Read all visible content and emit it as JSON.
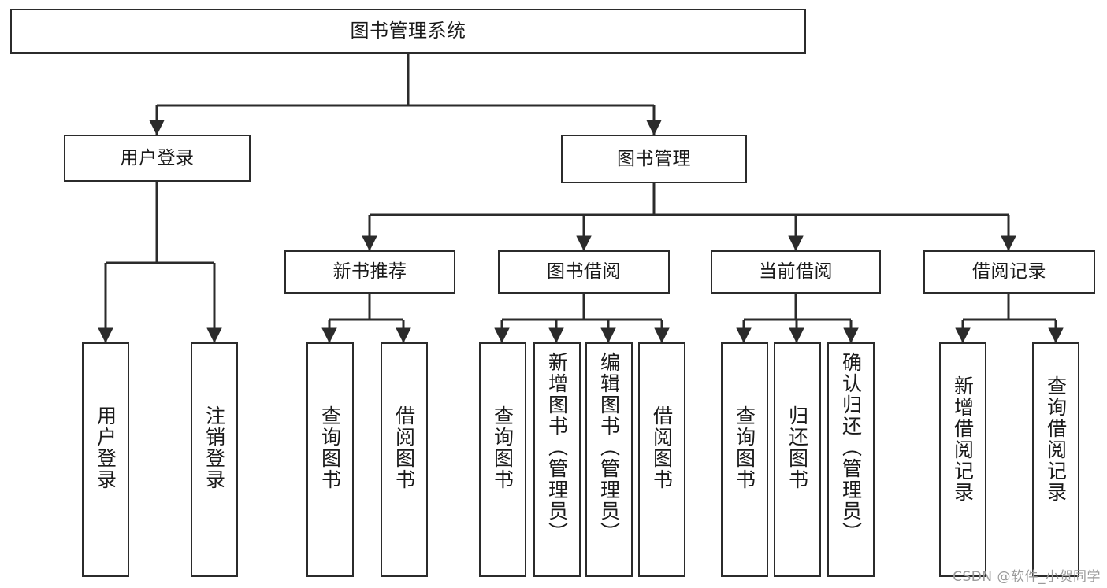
{
  "diagram": {
    "type": "tree-hierarchy",
    "title": "图书管理系统",
    "watermark": "CSDN @软件_小贺同学",
    "colors": {
      "background": "#ffffff",
      "stroke": "#2b2b2b",
      "text": "#1a1a1a",
      "watermark": "#9a9a9a"
    },
    "levels": 4
  },
  "nodes": {
    "root": {
      "label": "图书管理系统",
      "level": 1
    },
    "level2": [
      {
        "id": "user-login",
        "label": "用户登录",
        "level": 2
      },
      {
        "id": "book-management",
        "label": "图书管理",
        "level": 2
      }
    ],
    "level3": [
      {
        "id": "new-book-recommend",
        "label": "新书推荐",
        "level": 3,
        "parent": "book-management"
      },
      {
        "id": "book-borrow",
        "label": "图书借阅",
        "level": 3,
        "parent": "book-management"
      },
      {
        "id": "current-borrow",
        "label": "当前借阅",
        "level": 3,
        "parent": "book-management"
      },
      {
        "id": "borrow-record",
        "label": "借阅记录",
        "level": 3,
        "parent": "book-management"
      }
    ],
    "level4": [
      {
        "id": "leaf-user-login",
        "label": "用户登录",
        "level": 4,
        "parent": "user-login"
      },
      {
        "id": "leaf-user-logout",
        "label": "注销登录",
        "level": 4,
        "parent": "user-login"
      },
      {
        "id": "leaf-query-book-recommend",
        "label": "查询图书",
        "level": 4,
        "parent": "new-book-recommend"
      },
      {
        "id": "leaf-borrow-book-recommend",
        "label": "借阅图书",
        "level": 4,
        "parent": "new-book-recommend"
      },
      {
        "id": "leaf-query-book-borrow",
        "label": "查询图书",
        "level": 4,
        "parent": "book-borrow"
      },
      {
        "id": "leaf-add-book-admin",
        "label": "新增图书（管理员）",
        "level": 4,
        "parent": "book-borrow"
      },
      {
        "id": "leaf-edit-book-admin",
        "label": "编辑图书（管理员）",
        "level": 4,
        "parent": "book-borrow"
      },
      {
        "id": "leaf-borrow-book",
        "label": "借阅图书",
        "level": 4,
        "parent": "book-borrow"
      },
      {
        "id": "leaf-query-book-current",
        "label": "查询图书",
        "level": 4,
        "parent": "current-borrow"
      },
      {
        "id": "leaf-return-book",
        "label": "归还图书",
        "level": 4,
        "parent": "current-borrow"
      },
      {
        "id": "leaf-confirm-return-admin",
        "label": "确认归还（管理员）",
        "level": 4,
        "parent": "current-borrow"
      },
      {
        "id": "leaf-add-borrow-record",
        "label": "新增借阅记录",
        "level": 4,
        "parent": "borrow-record"
      },
      {
        "id": "leaf-query-borrow-record",
        "label": "查询借阅记录",
        "level": 4,
        "parent": "borrow-record"
      }
    ]
  }
}
